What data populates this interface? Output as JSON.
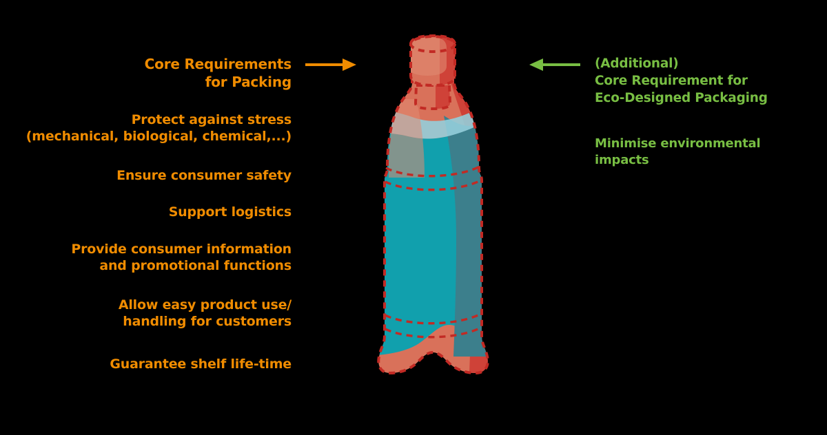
{
  "figure": {
    "background_color": "#000000",
    "accent_orange": "#F08C00",
    "accent_green": "#78BE43"
  },
  "left_panel": {
    "heading": "Core Requirements\nfor Packing",
    "items": [
      {
        "id": "protect-against-stress",
        "text": "Protect against stress\n(mechanical, biological, chemical,...)"
      },
      {
        "id": "ensure-consumer-safety",
        "text": "Ensure consumer safety"
      },
      {
        "id": "support-logistics",
        "text": "Support logistics"
      },
      {
        "id": "provide-consumer-information",
        "text": "Provide consumer information\nand promotional functions"
      },
      {
        "id": "allow-easy-product-use",
        "text": "Allow easy product use/\nhandling for customers"
      },
      {
        "id": "guarantee-shelf-life-time",
        "text": "Guarantee shelf life-time"
      }
    ]
  },
  "right_panel": {
    "heading": "(Additional)\nCore Requirement for\nEco-Designed Packaging",
    "items": [
      {
        "id": "minimise-environmental-impacts",
        "text": "Minimise environmental\nimpacts"
      }
    ]
  },
  "arrows": {
    "left_arrow": {
      "name": "arrow-right-orange",
      "direction": "right",
      "color": "#F08C00"
    },
    "right_arrow": {
      "name": "arrow-left-green",
      "direction": "left",
      "color": "#78BE43"
    }
  },
  "illustration": {
    "name": "plastic-bottle",
    "description": "PET drinks bottle with cap, neck ring, ribbed body and petaloid base, half filled with liquid",
    "colors": {
      "outline_dashed": "#C22A24",
      "bottle_shell": "#D9715A",
      "bottle_shadow": "#CF4238",
      "liquid": "#11A0AD",
      "liquid_shadow": "#3C7F8C",
      "liquid_surface": "#94CEDA",
      "highlight": "#E08A72"
    }
  }
}
